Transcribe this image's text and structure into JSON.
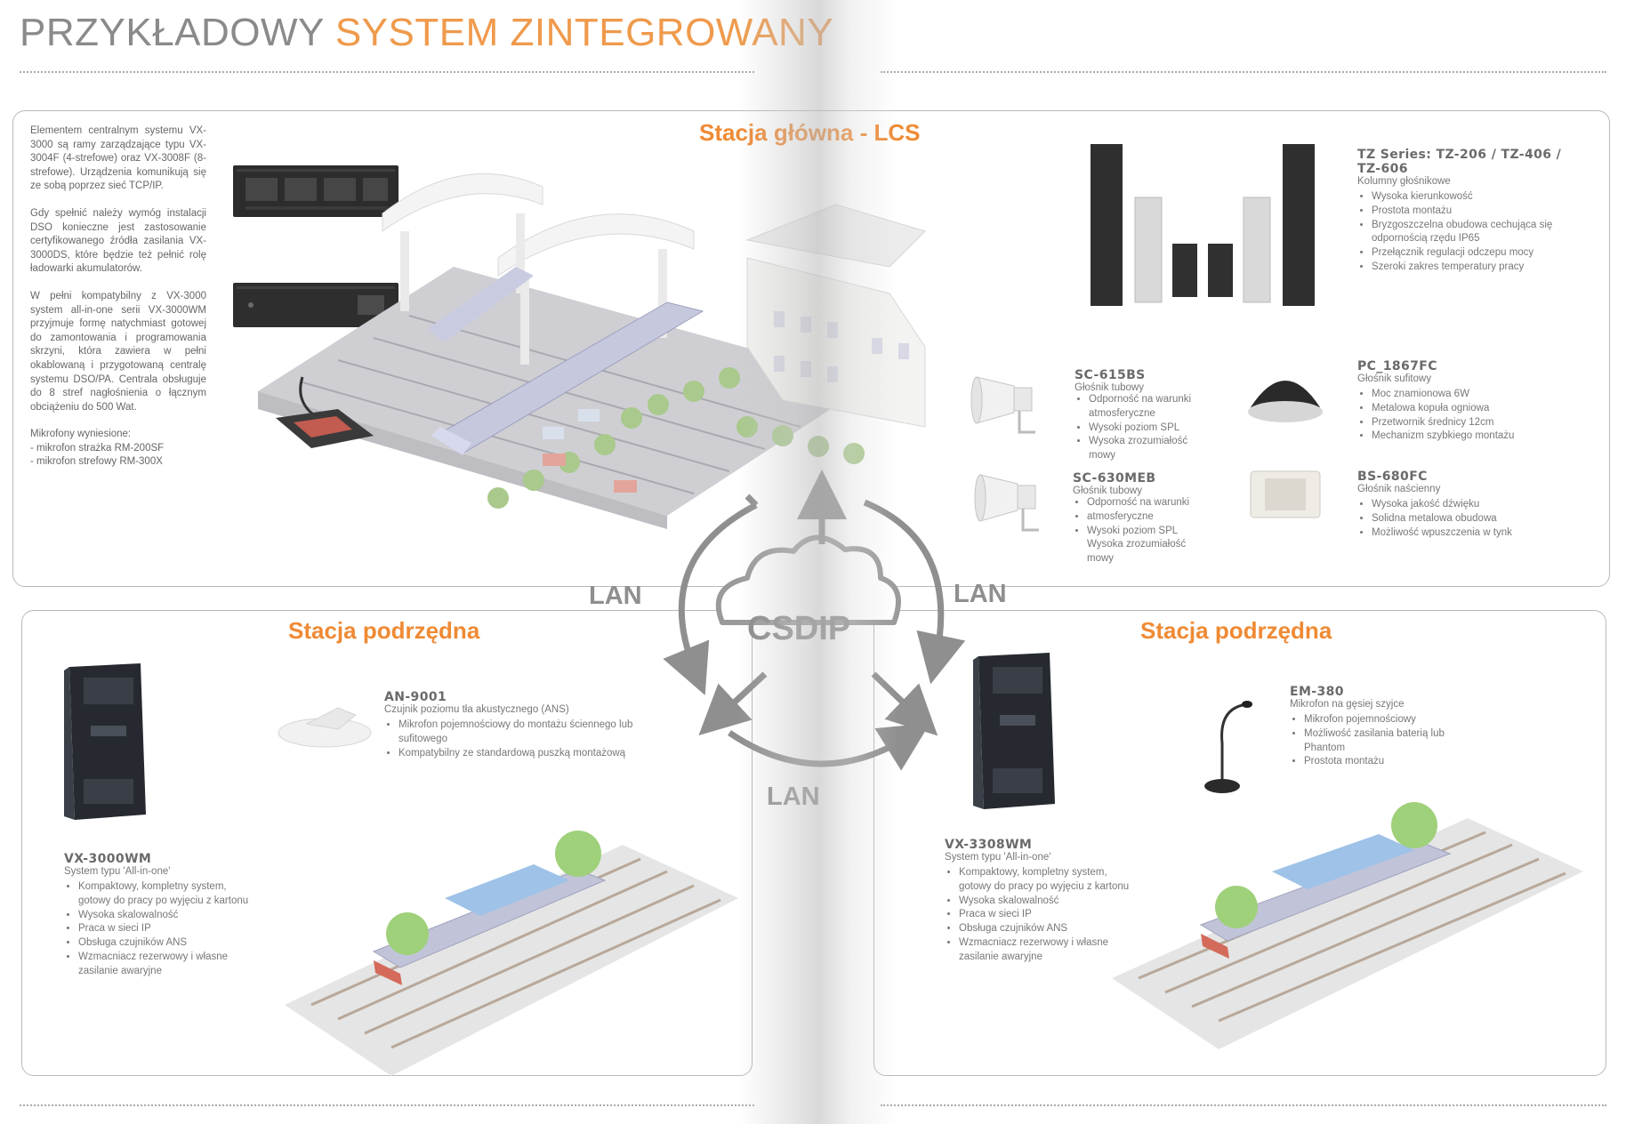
{
  "page": {
    "title_part1": "PRZYKŁADOWY ",
    "title_part2": "SYSTEM ZINTEGROWANY"
  },
  "main_station": {
    "title": "Stacja główna - LCS",
    "paragraphs": [
      "Elementem centralnym systemu VX-3000 są ramy zarządzające typu VX-3004F (4-strefowe) oraz VX-3008F (8-strefowe). Urządzenia komunikują się ze sobą poprzez sieć TCP/IP.",
      "Gdy spełnić należy wymóg instalacji DSO konieczne jest zastosowanie certyfikowanego źródła zasilania VX-3000DS, które będzie też pełnić rolę ładowarki akumulatorów.",
      "W pełni kompatybilny z VX-3000 system all-in-one serii VX-3000WM przyjmuje formę natychmiast gotowej do zamontowania i programowania skrzyni, która zawiera w pełni okablowaną i przygotowaną centralę systemu DSO/PA. Centrala obsługuje do 8 stref nagłośnienia o łącznym obciążeniu do 500 Wat."
    ],
    "mics_title": "Mikrofony wyniesione:",
    "mics": [
      "- mikrofon strażka RM-200SF",
      "- mikrofon strefowy RM-300X"
    ]
  },
  "products": {
    "tz": {
      "name": "TZ Series: TZ-206 / TZ-406 / TZ-606",
      "sub": "Kolumny głośnikowe",
      "features": [
        "Wysoka kierunkowość",
        "Prostota montażu",
        "Bryzgoszczelna obudowa cechująca się odpornością rzędu IP65",
        "Przełącznik regulacji odczepu mocy",
        "Szeroki zakres temperatury pracy"
      ]
    },
    "sc615": {
      "name": "SC-615BS",
      "sub": "Głośnik tubowy",
      "features": [
        "Odporność na warunki atmosferyczne",
        "Wysoki poziom SPL",
        "Wysoka zrozumiałość mowy"
      ]
    },
    "sc630": {
      "name": "SC-630MEB",
      "sub": "Głośnik tubowy",
      "features": [
        "Odporność na warunki",
        "atmosferyczne",
        "Wysoki poziom SPL Wysoka zrozumiałość mowy"
      ]
    },
    "pc1867": {
      "name": "PC_1867FC",
      "sub": "Głośnik sufitowy",
      "features": [
        "Moc znamionowa 6W",
        "Metalowa kopuła ogniowa",
        "Przetwornik średnicy 12cm",
        "Mechanizm szybkiego montażu"
      ]
    },
    "bs680": {
      "name": "BS-680FC",
      "sub": "Głośnik naścienny",
      "features": [
        "Wysoka jakość dźwięku",
        "Solidna metalowa obudowa",
        "Możliwość wpuszczenia w tynk"
      ]
    },
    "an9001": {
      "name": "AN-9001",
      "sub": "Czujnik poziomu tła akustycznego (ANS)",
      "features": [
        "Mikrofon pojemnościowy do montażu ściennego lub sufitowego",
        "Kompatybilny ze standardową puszką montażową"
      ]
    },
    "vx3000wm": {
      "name": "VX-3000WM",
      "sub": "System typu 'All-in-one'",
      "features": [
        "Kompaktowy, kompletny system, gotowy do pracy po wyjęciu z kartonu",
        "Wysoka skalowalność",
        "Praca w sieci IP",
        "Obsługa czujników ANS",
        "Wzmacniacz rezerwowy i własne zasilanie awaryjne"
      ]
    },
    "em380": {
      "name": "EM-380",
      "sub": "Mikrofon na gęsiej szyjce",
      "features": [
        "Mikrofon pojemnościowy",
        "Możliwość zasilania baterią lub Phantom",
        "Prostota montażu"
      ]
    },
    "vx3308wm": {
      "name": "VX-3308WM",
      "sub": "System typu 'All-in-one'",
      "features": [
        "Kompaktowy, kompletny system, gotowy do pracy po wyjęciu z kartonu",
        "Wysoka skalowalność",
        "Praca w sieci IP",
        "Obsługa czujników ANS",
        "Wzmacniacz rezerwowy i własne zasilanie awaryjne"
      ]
    }
  },
  "sub_station_left": {
    "title": "Stacja podrzędna"
  },
  "sub_station_right": {
    "title": "Stacja podrzędna"
  },
  "network": {
    "cloud_label": "CSDIP",
    "lan_left": "LAN",
    "lan_right": "LAN",
    "lan_bottom": "LAN"
  },
  "colors": {
    "accent": "#ef8a34",
    "title_grey": "#8a8a8a",
    "arrow_grey": "#8f8f8f"
  }
}
